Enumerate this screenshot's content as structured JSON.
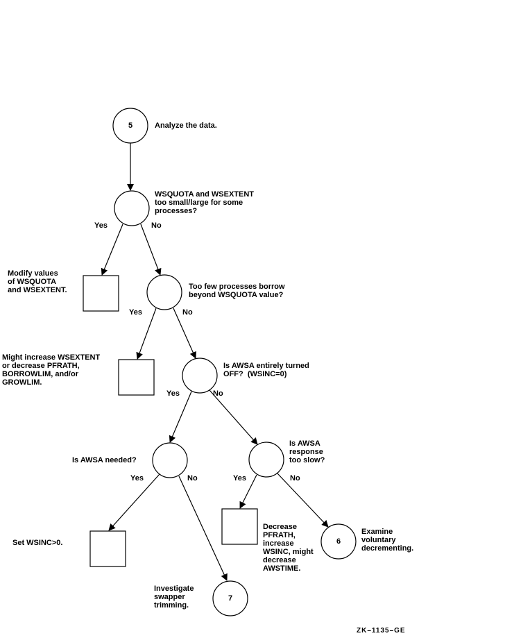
{
  "nodes": {
    "start_number": "5",
    "start_text": "Analyze the data.",
    "q1_text": "WSQUOTA and WSEXTENT\ntoo small/large for some\nprocesses?",
    "a1_text": "Modify values\nof WSQUOTA\nand WSEXTENT.",
    "q2_text": "Too few processes borrow\nbeyond WSQUOTA value?",
    "a2_text": "Might increase WSEXTENT\nor decrease PFRATH,\nBORROWLIM, and/or\nGROWLIM.",
    "q3_text": "Is AWSA entirely turned\nOFF?  (WSINC=0)",
    "q4_text": "Is AWSA needed?",
    "q5_text": "Is AWSA\nresponse\ntoo slow?",
    "a4_text": "Set WSINC>0.",
    "a5_text": "Decrease\nPFRATH,\nincrease\nWSINC, might\ndecrease\nAWSTIME.",
    "end6_number": "6",
    "end6_text": "Examine\nvoluntary\ndecrementing.",
    "end7_number": "7",
    "end7_text": "Investigate\nswapper\ntrimming."
  },
  "branches": {
    "yes": "Yes",
    "no": "No"
  },
  "figure_code": "ZK–1135–GE"
}
